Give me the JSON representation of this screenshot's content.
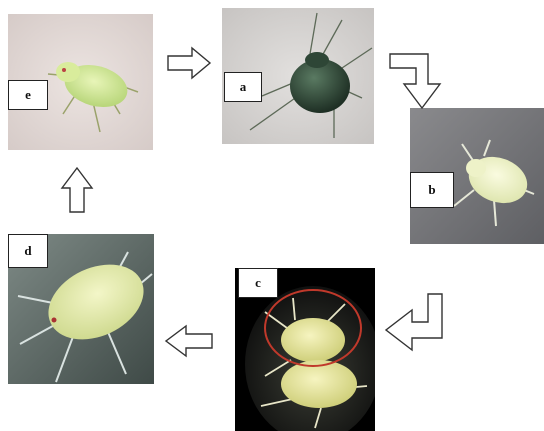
{
  "labels": {
    "e": "e",
    "a": "a",
    "b": "b",
    "c": "c",
    "d": "d"
  },
  "colors": {
    "arrow_fill": "#ffffff",
    "arrow_stroke": "#333333",
    "highlight_circle": "#c0392b"
  }
}
